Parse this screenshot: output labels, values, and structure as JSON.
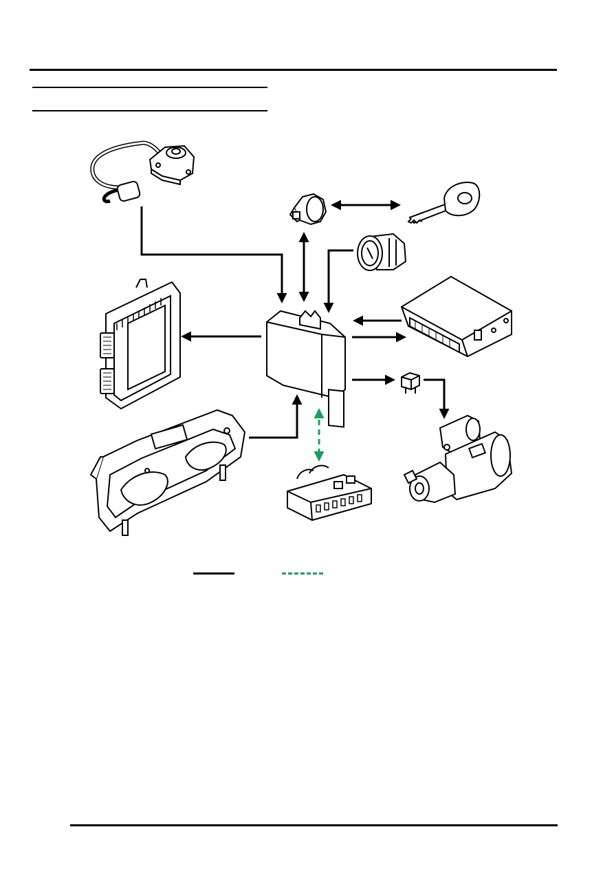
{
  "page": {
    "header_rules": 3,
    "footer_rule": true
  },
  "diagram": {
    "components": [
      {
        "id": "transmission-range-sensor",
        "icon": "gear-position-switch-icon"
      },
      {
        "id": "transponder-coil",
        "icon": "transponder-coil-icon"
      },
      {
        "id": "key",
        "icon": "key-icon"
      },
      {
        "id": "ignition-switch",
        "icon": "ignition-switch-icon"
      },
      {
        "id": "engine-control-module",
        "icon": "ecm-icon"
      },
      {
        "id": "immobiliser-ecu",
        "icon": "immobiliser-ecu-icon"
      },
      {
        "id": "body-control-unit",
        "icon": "bcu-icon"
      },
      {
        "id": "starter-relay",
        "icon": "relay-icon"
      },
      {
        "id": "starter-motor",
        "icon": "starter-motor-icon"
      },
      {
        "id": "instrument-pack",
        "icon": "instrument-pack-icon"
      },
      {
        "id": "diagnostic-socket",
        "icon": "diagnostic-socket-icon"
      }
    ],
    "colors": {
      "hardwired": "#000000",
      "diagnostic": "#1a9e5c"
    }
  },
  "legend": {
    "items": [
      {
        "style": "solid",
        "color": "#000000"
      },
      {
        "style": "dashed",
        "color": "#1a9e5c"
      }
    ]
  }
}
